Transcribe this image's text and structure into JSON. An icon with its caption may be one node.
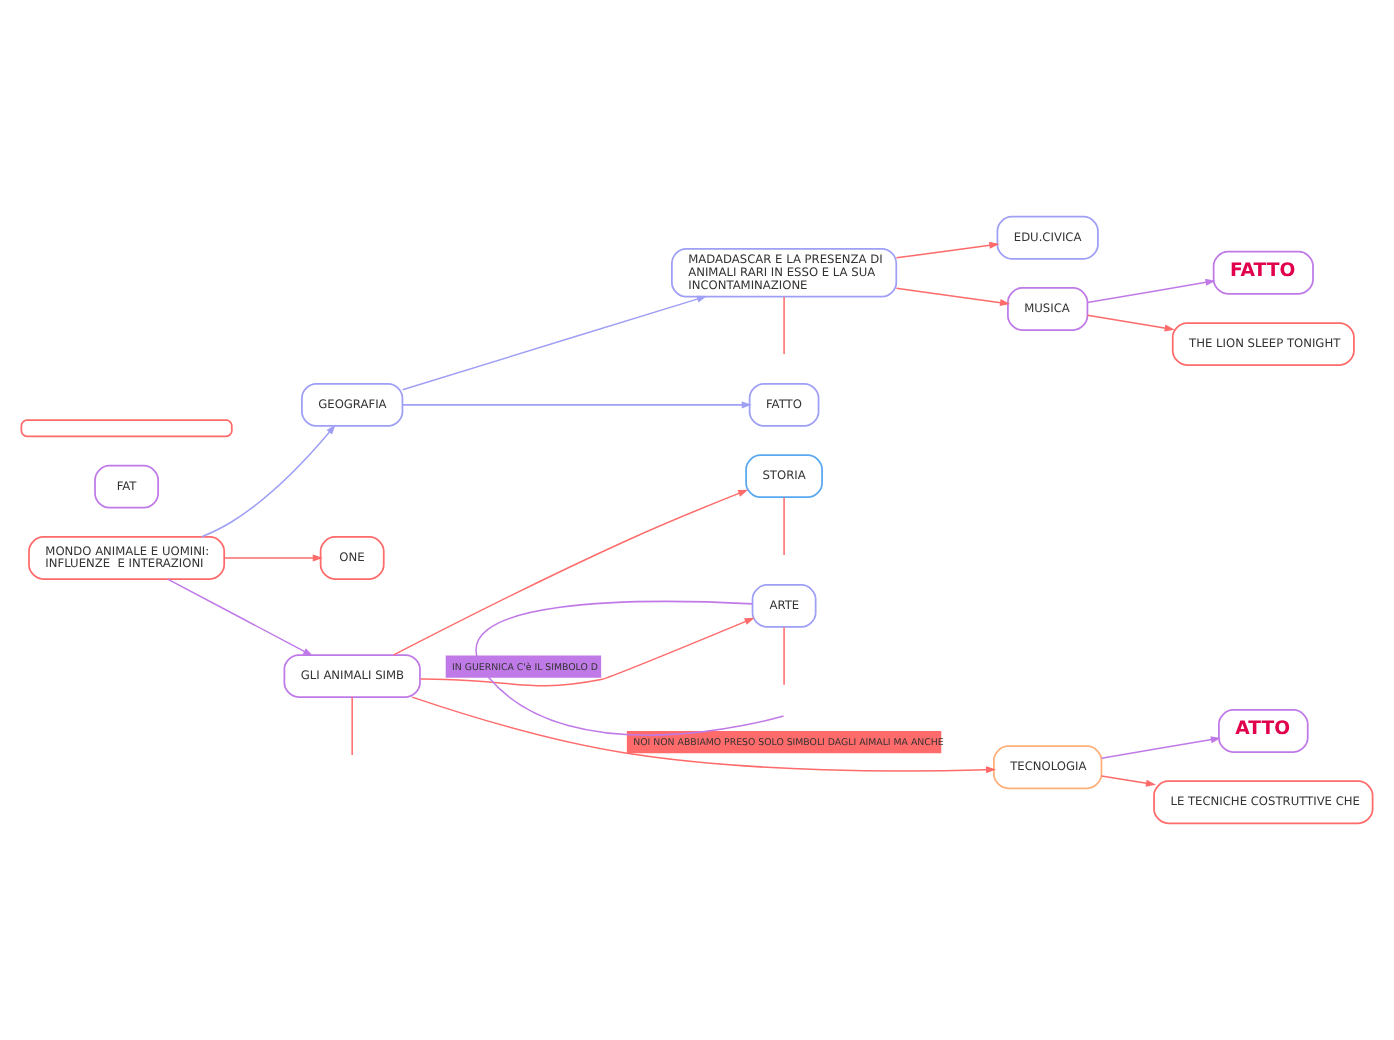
{
  "diagram": {
    "nodes": [
      {
        "text": [
          "MADADASCAR E LA PRESENZA DI ANIMALI RARI IN ESSO E LA SUA INCONTAMINAZIONE"
        ]
      },
      {
        "text": [
          "EDU.CIVICA"
        ]
      },
      {
        "text": [
          "FATTO"
        ]
      },
      {
        "text": [
          "MUSICA"
        ]
      },
      {
        "text": [
          "THE LION SLEEP TONIGHT"
        ]
      },
      {
        "text": [
          "FAT"
        ]
      },
      {
        "text": [
          "GEOGRAFIA"
        ]
      },
      {
        "text": [
          "FATTO"
        ]
      },
      {
        "text": [
          "STORIA"
        ]
      },
      {
        "text": [
          "MONDO ANIMALE E UOMINI: INFLUENZE  E INTERAZIONI"
        ]
      },
      {
        "text": [
          "ONE"
        ]
      },
      {
        "text": [
          "GLI ANIMALI SIMB"
        ]
      },
      {
        "text": [
          "ARTE"
        ]
      },
      {
        "text": [
          "TECNOLOGIA"
        ]
      },
      {
        "text": [
          "ATTO"
        ]
      },
      {
        "text": [
          "LE TECNICHE COSTRUTTIVE CHE"
        ]
      },
      {
        "text": [],
        "shape": "box"
      }
    ],
    "edges": [
      {
        "from": 0,
        "to": 1,
        "arrow": "to"
      },
      {
        "from": 0,
        "to": null,
        "arrow": "none"
      },
      {
        "from": 0,
        "to": 3,
        "arrow": "to"
      },
      {
        "from": 3,
        "to": 2,
        "arrow": "to",
        "color": "#c07ae8"
      },
      {
        "from": 3,
        "to": 4,
        "arrow": "to"
      },
      {
        "from": 6,
        "to": 0,
        "arrow": "to",
        "color": "#9f9ff5"
      },
      {
        "from": 6,
        "to": 7,
        "arrow": "to",
        "color": "#9f9ff5"
      },
      {
        "from": 9,
        "to": 6,
        "arrow": "to",
        "color": "#9f9ff5"
      },
      {
        "from": 9,
        "to": 10,
        "arrow": "to"
      },
      {
        "from": 9,
        "to": 11,
        "arrow": "to",
        "color": "#c07ae8"
      },
      {
        "from": 11,
        "to": 8,
        "arrow": "to"
      },
      {
        "from": 8,
        "to": null,
        "arrow": "none"
      },
      {
        "from": 11,
        "to": null,
        "arrow": "none"
      },
      {
        "from": 11,
        "to": 12,
        "arrow": "to"
      },
      {
        "from": 11,
        "to": 13,
        "arrow": "to",
        "label": "NOI NON ABBIAMO PRESO SOLO SIMBOLI DAGLI AIMALI MA ANCHE"
      },
      {
        "from": 12,
        "to": null,
        "arrow": "none",
        "color": "#c07ae8",
        "label": "IN GUERNICA C'è IL SIMBOLO D"
      },
      {
        "from": 12,
        "to": null,
        "arrow": "none"
      },
      {
        "from": 13,
        "to": 14,
        "arrow": "to",
        "color": "#c07ae8"
      },
      {
        "from": 13,
        "to": 15,
        "arrow": "to"
      }
    ]
  }
}
